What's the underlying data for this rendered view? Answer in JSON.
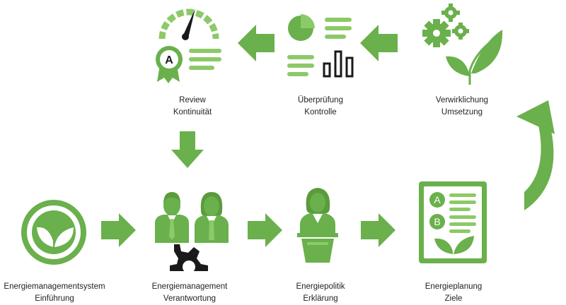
{
  "colors": {
    "green": "#6ab04c",
    "light_green": "#8cc967",
    "dark_green": "#5a9b3c",
    "black": "#1a1a1a",
    "text": "#222222"
  },
  "steps": [
    {
      "id": "einfuehrung",
      "line1": "Energiemanagementsystem",
      "line2": "Einführung",
      "icon": "leaf-circle-icon"
    },
    {
      "id": "verantwortung",
      "line1": "Energiemanagement",
      "line2": "Verantwortung",
      "icon": "team-gear-icon"
    },
    {
      "id": "erklaerung",
      "line1": "Energiepolitik",
      "line2": "Erklärung",
      "icon": "speaker-podium-icon"
    },
    {
      "id": "ziele",
      "line1": "Energieplanung",
      "line2": "Ziele",
      "icon": "clipboard-ab-icon"
    },
    {
      "id": "umsetzung",
      "line1": "Verwirklichung",
      "line2": "Umsetzung",
      "icon": "gears-leaf-icon"
    },
    {
      "id": "kontrolle",
      "line1": "Überprüfung",
      "line2": "Kontrolle",
      "icon": "chart-report-icon"
    },
    {
      "id": "review",
      "line1": "Review",
      "line2": "Kontinuität",
      "icon": "gauge-award-icon"
    }
  ],
  "badges": {
    "a": "A",
    "b": "B"
  }
}
